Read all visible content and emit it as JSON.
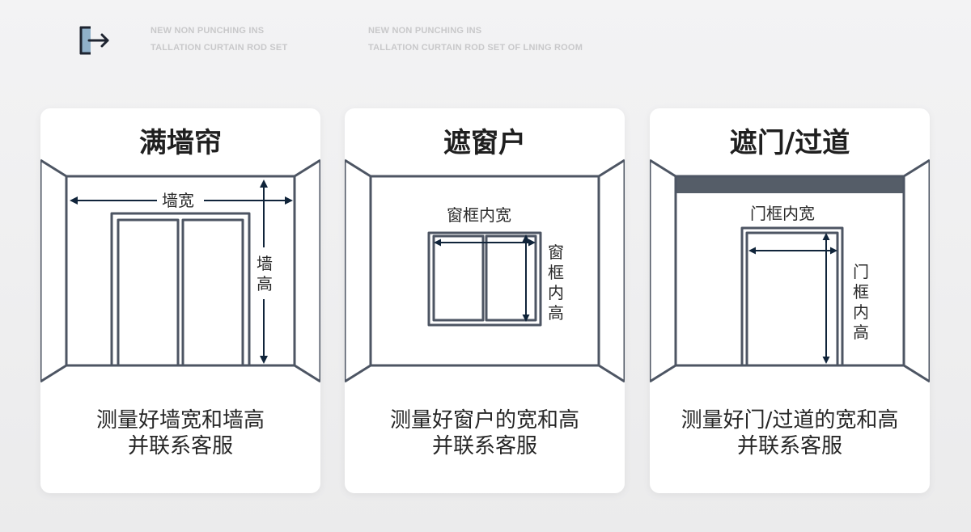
{
  "header": {
    "tagline_1": {
      "line1": "NEW NON PUNCHING INS",
      "line2": "TALLATION CURTAIN ROD SET"
    },
    "tagline_2": {
      "line1": "NEW NON PUNCHING INS",
      "line2": "TALLATION CURTAIN ROD SET OF LNING ROOM"
    },
    "icon": "exit-arrow-icon"
  },
  "cards": [
    {
      "title": "满墙帘",
      "width_label": "墙宽",
      "height_label": "墙高",
      "desc_line1": "测量好墙宽和墙高",
      "desc_line2": "并联系客服"
    },
    {
      "title": "遮窗户",
      "width_label": "窗框内宽",
      "height_label": "窗框内高",
      "desc_line1": "测量好窗户的宽和高",
      "desc_line2": "并联系客服"
    },
    {
      "title": "遮门/过道",
      "width_label": "门框内宽",
      "height_label": "门框内高",
      "desc_line1": "测量好门/过道的宽和高",
      "desc_line2": "并联系客服"
    }
  ],
  "colors": {
    "line": "#4d5563",
    "arrow": "#10243a",
    "icon_fill": "#8fb0c9",
    "curtain_rod": "#555d68"
  }
}
